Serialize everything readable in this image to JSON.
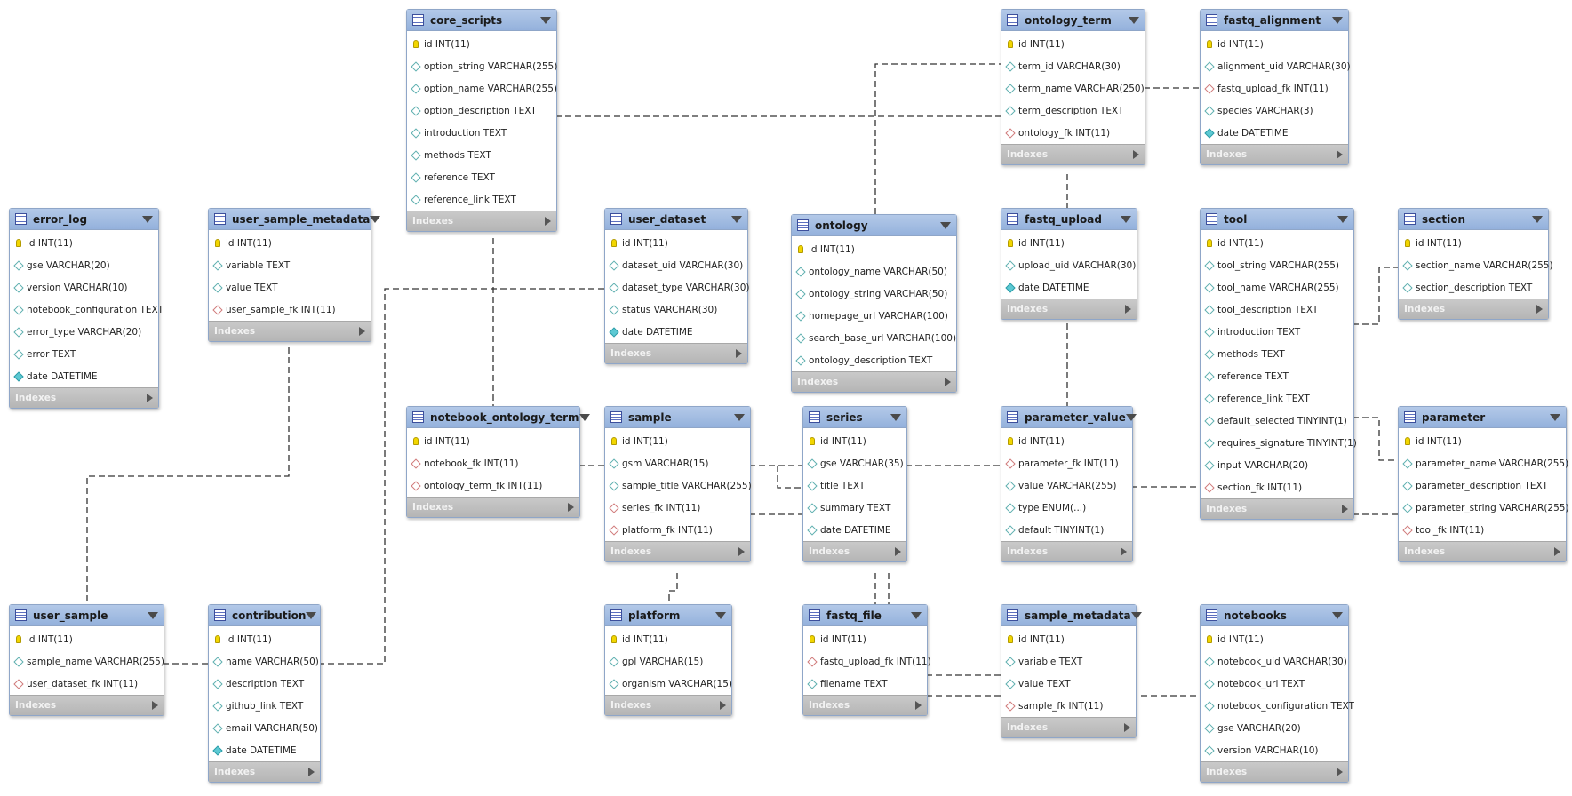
{
  "colors": {
    "header": "#94b1dc",
    "footer": "#b5b5b5",
    "line": "#333333"
  },
  "footer_label": "Indexes",
  "tables": {
    "core_scripts": {
      "name": "core_scripts",
      "columns": [
        {
          "text": "id INT(11)",
          "key": "pk"
        },
        {
          "text": "option_string VARCHAR(255)",
          "key": "col"
        },
        {
          "text": "option_name VARCHAR(255)",
          "key": "col"
        },
        {
          "text": "option_description TEXT",
          "key": "col"
        },
        {
          "text": "introduction TEXT",
          "key": "col"
        },
        {
          "text": "methods TEXT",
          "key": "col"
        },
        {
          "text": "reference TEXT",
          "key": "col"
        },
        {
          "text": "reference_link TEXT",
          "key": "col"
        }
      ]
    },
    "ontology_term": {
      "name": "ontology_term",
      "columns": [
        {
          "text": "id INT(11)",
          "key": "pk"
        },
        {
          "text": "term_id VARCHAR(30)",
          "key": "col"
        },
        {
          "text": "term_name VARCHAR(250)",
          "key": "col"
        },
        {
          "text": "term_description TEXT",
          "key": "col"
        },
        {
          "text": "ontology_fk INT(11)",
          "key": "fk"
        }
      ]
    },
    "fastq_alignment": {
      "name": "fastq_alignment",
      "columns": [
        {
          "text": "id INT(11)",
          "key": "pk"
        },
        {
          "text": "alignment_uid VARCHAR(30)",
          "key": "col"
        },
        {
          "text": "fastq_upload_fk INT(11)",
          "key": "fk"
        },
        {
          "text": "species VARCHAR(3)",
          "key": "col"
        },
        {
          "text": "date DATETIME",
          "key": "nn"
        }
      ]
    },
    "error_log": {
      "name": "error_log",
      "columns": [
        {
          "text": "id INT(11)",
          "key": "pk"
        },
        {
          "text": "gse VARCHAR(20)",
          "key": "col"
        },
        {
          "text": "version VARCHAR(10)",
          "key": "col"
        },
        {
          "text": "notebook_configuration TEXT",
          "key": "col"
        },
        {
          "text": "error_type VARCHAR(20)",
          "key": "col"
        },
        {
          "text": "error TEXT",
          "key": "col"
        },
        {
          "text": "date DATETIME",
          "key": "nn"
        }
      ]
    },
    "user_sample_metadata": {
      "name": "user_sample_metadata",
      "columns": [
        {
          "text": "id INT(11)",
          "key": "pk"
        },
        {
          "text": "variable TEXT",
          "key": "col"
        },
        {
          "text": "value TEXT",
          "key": "col"
        },
        {
          "text": "user_sample_fk INT(11)",
          "key": "fk"
        }
      ]
    },
    "user_dataset": {
      "name": "user_dataset",
      "columns": [
        {
          "text": "id INT(11)",
          "key": "pk"
        },
        {
          "text": "dataset_uid VARCHAR(30)",
          "key": "col"
        },
        {
          "text": "dataset_type VARCHAR(30)",
          "key": "col"
        },
        {
          "text": "status VARCHAR(30)",
          "key": "col"
        },
        {
          "text": "date DATETIME",
          "key": "nn"
        }
      ]
    },
    "ontology": {
      "name": "ontology",
      "columns": [
        {
          "text": "id INT(11)",
          "key": "pk"
        },
        {
          "text": "ontology_name VARCHAR(50)",
          "key": "col"
        },
        {
          "text": "ontology_string VARCHAR(50)",
          "key": "col"
        },
        {
          "text": "homepage_url VARCHAR(100)",
          "key": "col"
        },
        {
          "text": "search_base_url VARCHAR(100)",
          "key": "col"
        },
        {
          "text": "ontology_description TEXT",
          "key": "col"
        }
      ]
    },
    "fastq_upload": {
      "name": "fastq_upload",
      "columns": [
        {
          "text": "id INT(11)",
          "key": "pk"
        },
        {
          "text": "upload_uid VARCHAR(30)",
          "key": "col"
        },
        {
          "text": "date DATETIME",
          "key": "nn"
        }
      ]
    },
    "tool": {
      "name": "tool",
      "columns": [
        {
          "text": "id INT(11)",
          "key": "pk"
        },
        {
          "text": "tool_string VARCHAR(255)",
          "key": "col"
        },
        {
          "text": "tool_name VARCHAR(255)",
          "key": "col"
        },
        {
          "text": "tool_description TEXT",
          "key": "col"
        },
        {
          "text": "introduction TEXT",
          "key": "col"
        },
        {
          "text": "methods TEXT",
          "key": "col"
        },
        {
          "text": "reference TEXT",
          "key": "col"
        },
        {
          "text": "reference_link TEXT",
          "key": "col"
        },
        {
          "text": "default_selected TINYINT(1)",
          "key": "col"
        },
        {
          "text": "requires_signature TINYINT(1)",
          "key": "col"
        },
        {
          "text": "input VARCHAR(20)",
          "key": "col"
        },
        {
          "text": "section_fk INT(11)",
          "key": "fk"
        }
      ]
    },
    "section": {
      "name": "section",
      "columns": [
        {
          "text": "id INT(11)",
          "key": "pk"
        },
        {
          "text": "section_name VARCHAR(255)",
          "key": "col"
        },
        {
          "text": "section_description TEXT",
          "key": "col"
        }
      ]
    },
    "notebook_ontology_term": {
      "name": "notebook_ontology_term",
      "columns": [
        {
          "text": "id INT(11)",
          "key": "pk"
        },
        {
          "text": "notebook_fk INT(11)",
          "key": "fk"
        },
        {
          "text": "ontology_term_fk INT(11)",
          "key": "fk"
        }
      ]
    },
    "sample": {
      "name": "sample",
      "columns": [
        {
          "text": "id INT(11)",
          "key": "pk"
        },
        {
          "text": "gsm VARCHAR(15)",
          "key": "col"
        },
        {
          "text": "sample_title VARCHAR(255)",
          "key": "col"
        },
        {
          "text": "series_fk INT(11)",
          "key": "fk"
        },
        {
          "text": "platform_fk INT(11)",
          "key": "fk"
        }
      ]
    },
    "series": {
      "name": "series",
      "columns": [
        {
          "text": "id INT(11)",
          "key": "pk"
        },
        {
          "text": "gse VARCHAR(35)",
          "key": "col"
        },
        {
          "text": "title TEXT",
          "key": "col"
        },
        {
          "text": "summary TEXT",
          "key": "col"
        },
        {
          "text": "date DATETIME",
          "key": "col"
        }
      ]
    },
    "parameter_value": {
      "name": "parameter_value",
      "columns": [
        {
          "text": "id INT(11)",
          "key": "pk"
        },
        {
          "text": "parameter_fk INT(11)",
          "key": "fk"
        },
        {
          "text": "value VARCHAR(255)",
          "key": "col"
        },
        {
          "text": "type ENUM(...)",
          "key": "col"
        },
        {
          "text": "default TINYINT(1)",
          "key": "col"
        }
      ]
    },
    "parameter": {
      "name": "parameter",
      "columns": [
        {
          "text": "id INT(11)",
          "key": "pk"
        },
        {
          "text": "parameter_name VARCHAR(255)",
          "key": "col"
        },
        {
          "text": "parameter_description TEXT",
          "key": "col"
        },
        {
          "text": "parameter_string VARCHAR(255)",
          "key": "col"
        },
        {
          "text": "tool_fk INT(11)",
          "key": "fk"
        }
      ]
    },
    "user_sample": {
      "name": "user_sample",
      "columns": [
        {
          "text": "id INT(11)",
          "key": "pk"
        },
        {
          "text": "sample_name VARCHAR(255)",
          "key": "col"
        },
        {
          "text": "user_dataset_fk INT(11)",
          "key": "fk"
        }
      ]
    },
    "contribution": {
      "name": "contribution",
      "columns": [
        {
          "text": "id INT(11)",
          "key": "pk"
        },
        {
          "text": "name VARCHAR(50)",
          "key": "col"
        },
        {
          "text": "description TEXT",
          "key": "col"
        },
        {
          "text": "github_link TEXT",
          "key": "col"
        },
        {
          "text": "email VARCHAR(50)",
          "key": "col"
        },
        {
          "text": "date DATETIME",
          "key": "nn"
        }
      ]
    },
    "platform": {
      "name": "platform",
      "columns": [
        {
          "text": "id INT(11)",
          "key": "pk"
        },
        {
          "text": "gpl VARCHAR(15)",
          "key": "col"
        },
        {
          "text": "organism VARCHAR(15)",
          "key": "col"
        }
      ]
    },
    "fastq_file": {
      "name": "fastq_file",
      "columns": [
        {
          "text": "id INT(11)",
          "key": "pk"
        },
        {
          "text": "fastq_upload_fk INT(11)",
          "key": "fk"
        },
        {
          "text": "filename TEXT",
          "key": "col"
        }
      ]
    },
    "sample_metadata": {
      "name": "sample_metadata",
      "columns": [
        {
          "text": "id INT(11)",
          "key": "pk"
        },
        {
          "text": "variable TEXT",
          "key": "col"
        },
        {
          "text": "value TEXT",
          "key": "col"
        },
        {
          "text": "sample_fk INT(11)",
          "key": "fk"
        }
      ]
    },
    "notebooks": {
      "name": "notebooks",
      "columns": [
        {
          "text": "id INT(11)",
          "key": "pk"
        },
        {
          "text": "notebook_uid VARCHAR(30)",
          "key": "col"
        },
        {
          "text": "notebook_url TEXT",
          "key": "col"
        },
        {
          "text": "notebook_configuration TEXT",
          "key": "col"
        },
        {
          "text": "gse VARCHAR(20)",
          "key": "col"
        },
        {
          "text": "version VARCHAR(10)",
          "key": "col"
        }
      ]
    }
  }
}
